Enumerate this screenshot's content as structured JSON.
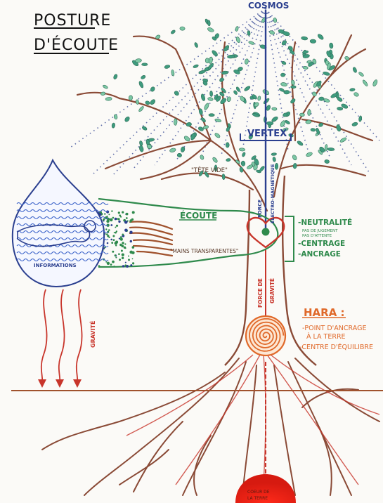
{
  "title": {
    "line1": "POSTURE",
    "line2": "D'ÉCOUTE"
  },
  "labels": {
    "cosmos": "COSMOS",
    "vertex": "VERTEX",
    "tete_vide": "\"TÊTE VIDE\"",
    "force_electro_line1": "FORCE",
    "force_electro_line2": "ÉLECTRO-MAGNÉTIQUE",
    "ecoute": "ÉCOUTE",
    "mains_transparentes": "\"MAINS TRANSPARENTES\"",
    "informations": "INFORMATIONS",
    "neutralite": "-NEUTRALITÉ",
    "pas_jugement": "PAS DE JUGEMENT",
    "pas_attente": "PAS D'ATTENTE",
    "centrage": "-CENTRAGE",
    "ancrage": "-ANCRAGE",
    "force_gravite_line1": "FORCE DE",
    "force_gravite_line2": "GRAVITÉ",
    "gravite": "GRAVITÉ",
    "hara": "HARA :",
    "point_ancrage_line1": "-POINT D'ANCRAGE",
    "point_ancrage_line2": "À LA TERRE",
    "centre_equilibre": "-CENTRE D'ÉQUILIBRE",
    "coeur_terre_line1": "COEUR DE",
    "coeur_terre_line2": "LA TERRE"
  },
  "colors": {
    "trunk": "#8a4a36",
    "leaf": "#3f9b7e",
    "blue": "#2b3f8f",
    "green": "#2f8a4c",
    "red": "#c8352b",
    "orange": "#e0692a",
    "brown_line": "#a0522d"
  }
}
